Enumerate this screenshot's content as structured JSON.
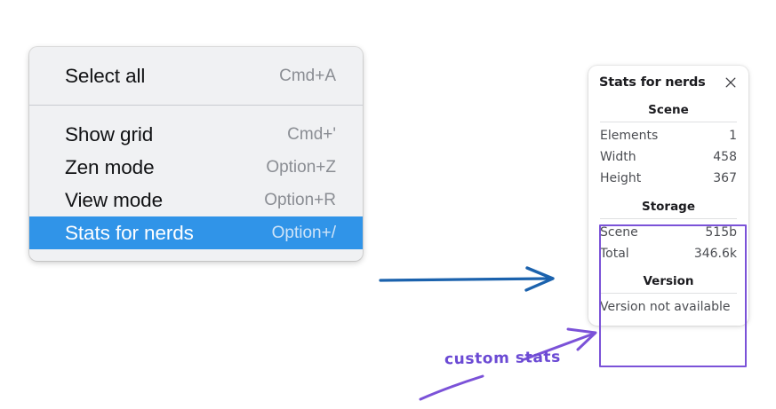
{
  "context_menu": {
    "groups": [
      {
        "items": [
          {
            "label": "Select all",
            "shortcut": "Cmd+A",
            "selected": false
          }
        ]
      },
      {
        "items": [
          {
            "label": "Show grid",
            "shortcut": "Cmd+'",
            "selected": false
          },
          {
            "label": "Zen mode",
            "shortcut": "Option+Z",
            "selected": false
          },
          {
            "label": "View mode",
            "shortcut": "Option+R",
            "selected": false
          },
          {
            "label": "Stats for nerds",
            "shortcut": "Option+/",
            "selected": true
          }
        ]
      }
    ],
    "highlight_color": "#3094e8"
  },
  "stats_panel": {
    "title": "Stats for nerds",
    "close_icon": "close-x-icon",
    "sections": [
      {
        "name": "Scene",
        "rows": [
          {
            "key": "Elements",
            "value": "1"
          },
          {
            "key": "Width",
            "value": "458"
          },
          {
            "key": "Height",
            "value": "367"
          }
        ]
      },
      {
        "name": "Storage",
        "rows": [
          {
            "key": "Scene",
            "value": "515b"
          },
          {
            "key": "Total",
            "value": "346.6k"
          }
        ]
      },
      {
        "name": "Version",
        "note": "Version not available"
      }
    ],
    "highlight_border_color": "#7b52d8"
  },
  "annotations": {
    "handwritten_label": "custom stats",
    "blue_arrow_color": "#1b62ad",
    "purple_arrow_color": "#7b52d8"
  }
}
